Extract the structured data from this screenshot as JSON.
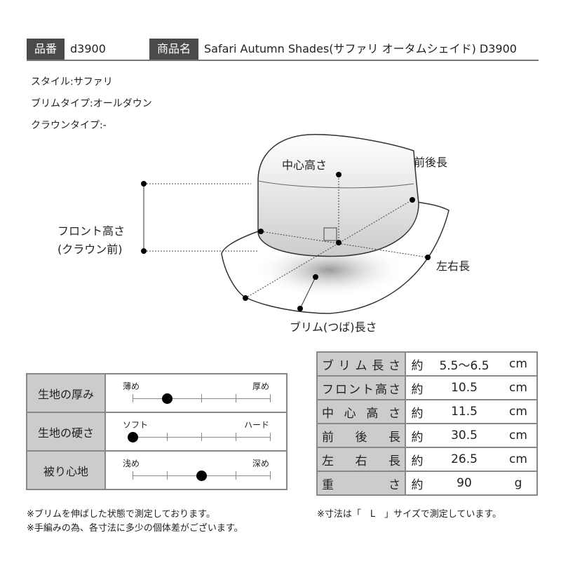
{
  "header": {
    "code_label": "品番",
    "code": "d3900",
    "name_label": "商品名",
    "name": "Safari Autumn Shades(サファリ オータムシェイド) D3900"
  },
  "info": [
    "スタイル:サファリ",
    "ブリムタイプ:オールダウン",
    "クラウンタイプ:-"
  ],
  "diagram": {
    "center_height": "中心高さ",
    "front_back": "前後長",
    "front_height_1": "フロント高さ",
    "front_height_2": "(クラウン前)",
    "left_right": "左右長",
    "brim": "ブリム(つば)長さ"
  },
  "scales": [
    {
      "label": "生地の厚み",
      "left": "薄め",
      "right": "厚め",
      "level": 1,
      "max": 4
    },
    {
      "label": "生地の硬さ",
      "left": "ソフト",
      "right": "ハード",
      "level": 0,
      "max": 4
    },
    {
      "label": "被り心地",
      "left": "浅め",
      "right": "深め",
      "level": 2,
      "max": 4
    }
  ],
  "sizes": [
    {
      "label": "ブリム長さ",
      "prefix": "約",
      "value": "5.5～6.5",
      "unit": "cm"
    },
    {
      "label": "フロント高さ",
      "prefix": "約",
      "value": "10.5",
      "unit": "cm"
    },
    {
      "label": "中心高さ",
      "prefix": "約",
      "value": "11.5",
      "unit": "cm"
    },
    {
      "label": "前後長",
      "prefix": "約",
      "value": "30.5",
      "unit": "cm"
    },
    {
      "label": "左右長",
      "prefix": "約",
      "value": "26.5",
      "unit": "cm"
    },
    {
      "label": "重さ",
      "prefix": "約",
      "value": "90",
      "unit": "g"
    }
  ],
  "notes": {
    "left1": "※ブリムを伸ばした状態で測定しております。",
    "left2": "※手編みの為、各寸法に多少の個体差がございます。",
    "right": "※寸法は「　L　」サイズで測定しています。"
  }
}
